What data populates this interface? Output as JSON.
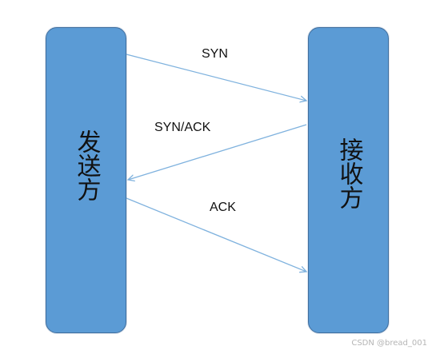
{
  "parties": {
    "sender": "发送方",
    "receiver": "接收方"
  },
  "messages": {
    "syn": "SYN",
    "syn_ack": "SYN/ACK",
    "ack": "ACK"
  },
  "watermark": "CSDN @bread_001",
  "colors": {
    "party_fill": "#5b9bd5",
    "party_border": "#3f6e9e",
    "arrow": "#7fb2de",
    "text": "#111111",
    "watermark": "#b5b5b5"
  }
}
